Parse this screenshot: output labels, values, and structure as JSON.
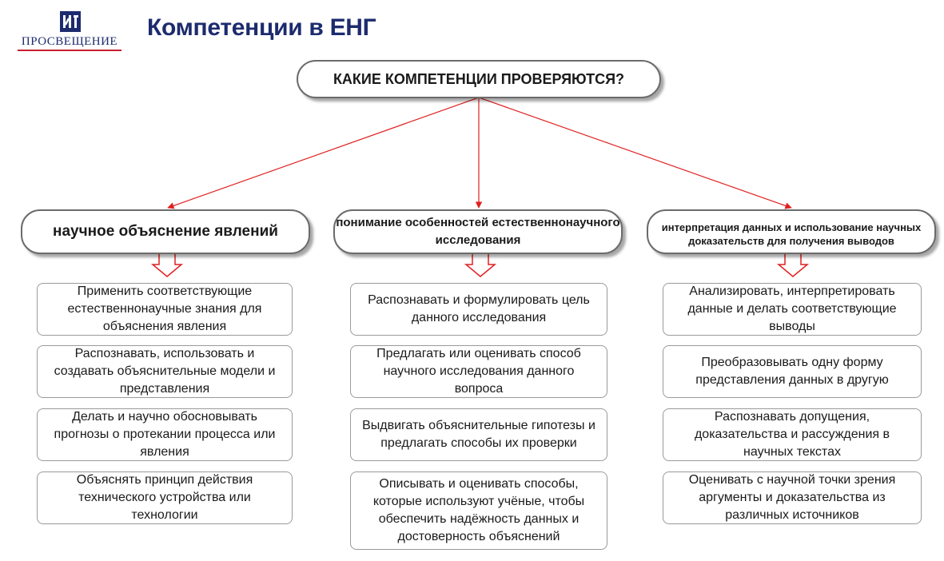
{
  "logo": {
    "text": "ПРОСВЕЩЕНИЕ",
    "icon": "prosveshchenie-logo-icon",
    "colors": {
      "blue": "#1d2b6e",
      "red": "#c8202f"
    }
  },
  "title": "Компетенции в ЕНГ",
  "question": "КАКИЕ КОМПЕТЕНЦИИ ПРОВЕРЯЮТСЯ?",
  "arrow_color": "#e02020",
  "competencies": [
    {
      "label": "научное объяснение явлений",
      "skills": [
        "Применить соответствующие естественнонаучные знания для объяснения явления",
        "Распознавать, использовать и создавать объяснительные модели и представления",
        "Делать и научно обосновывать прогнозы о протекании процесса или явления",
        "Объяснять принцип действия технического устройства или технологии"
      ]
    },
    {
      "label": "понимание особенностей естественнонаучного исследования",
      "skills": [
        "Распознавать и формулировать цель данного исследования",
        "Предлагать или оценивать способ научного исследования данного вопроса",
        "Выдвигать объяснительные гипотезы и предлагать способы их проверки",
        "Описывать и оценивать способы, которые используют учёные, чтобы обеспечить надёжность данных и достоверность объяснений"
      ]
    },
    {
      "label": "интерпретация данных и использование научных доказательств для получения выводов",
      "skills": [
        "Анализировать, интерпретировать данные и делать соответствующие выводы",
        "Преобразовывать одну форму представления данных в другую",
        "Распознавать допущения, доказательства и рассуждения в научных текстах",
        "Оценивать с научной точки зрения аргументы и доказательства из различных источников"
      ]
    }
  ]
}
